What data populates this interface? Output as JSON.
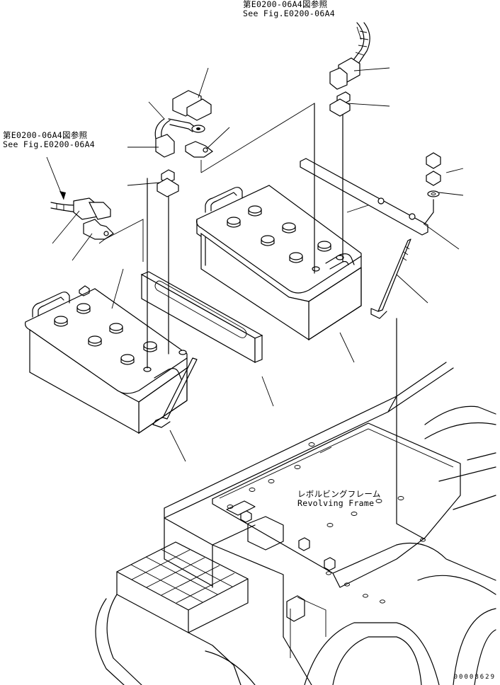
{
  "references": {
    "top": {
      "line_jp": "第E0200-06A4図参照",
      "line_en": "See Fig.E0200-06A4"
    },
    "left": {
      "line_jp": "第E0200-06A4図参照",
      "line_en": "See Fig.E0200-06A4"
    }
  },
  "frame_label": {
    "line_jp": "レボルビングフレーム",
    "line_en": "Revolving Frame"
  },
  "drawing_number": "00008629"
}
